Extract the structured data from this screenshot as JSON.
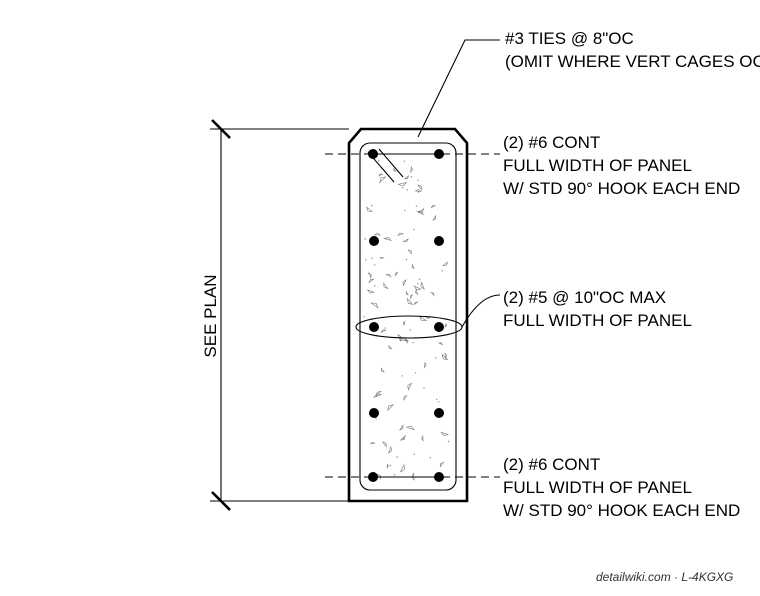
{
  "notes": {
    "ties_line1": "#3 TIES @ 8\"OC",
    "ties_line2": "(OMIT WHERE VERT CAGES OCC",
    "top_bars_line1": "(2) #6 CONT",
    "top_bars_line2": "FULL WIDTH OF PANEL",
    "top_bars_line3": "W/ STD 90° HOOK EACH END",
    "mid_bars_line1": "(2) #5 @ 10\"OC MAX",
    "mid_bars_line2": "FULL WIDTH OF PANEL",
    "bot_bars_line1": "(2) #6 CONT",
    "bot_bars_line2": "FULL WIDTH OF PANEL",
    "bot_bars_line3": "W/ STD 90° HOOK EACH END"
  },
  "dimension": {
    "label": "SEE PLAN"
  },
  "watermark": "detailwiki.com · L-4KGXG"
}
